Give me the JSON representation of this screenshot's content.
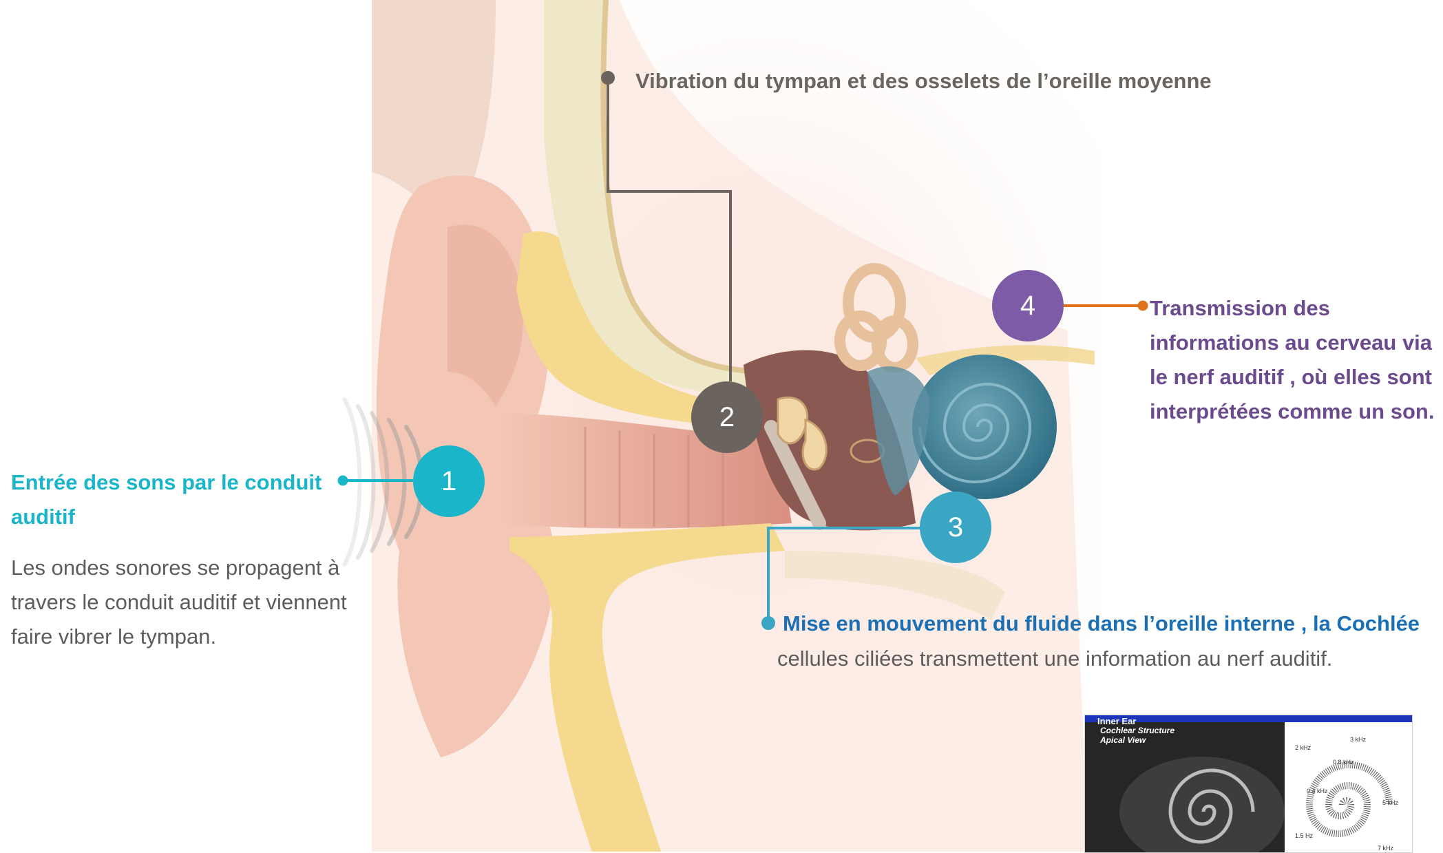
{
  "steps": [
    {
      "number": "1",
      "title": "Entrée des sons par le conduit auditif",
      "body": "Les ondes sonores se propagent à travers le conduit auditif et viennent faire vibrer le tympan.",
      "color": "#1ab5c9"
    },
    {
      "number": "2",
      "title": "Vibration du tympan et des osselets de l’oreille moyenne",
      "color": "#6b635e"
    },
    {
      "number": "3",
      "title": "Mise en mouvement du fluide dans l’oreille interne , la Cochlée",
      "body": "cellules ciliées transmettent une information au nerf auditif.",
      "color": "#3aa6c4",
      "title_color": "#1b6fb4"
    },
    {
      "number": "4",
      "title": "Transmission des informations au cerveau via le nerf auditif , où elles sont interprétées comme un son.",
      "color": "#7d5ba6",
      "connector_color": "#e0721e"
    }
  ],
  "inset": {
    "title": "Inner Ear",
    "subtitle_1": "Cochlear Structure",
    "subtitle_2": "Apical View",
    "frequency_labels": [
      "3 kHz",
      "2 kHz",
      "0.8 kHz",
      "0.4 kHz",
      "5 kHz",
      "1.5 Hz",
      "7 kHz"
    ]
  }
}
